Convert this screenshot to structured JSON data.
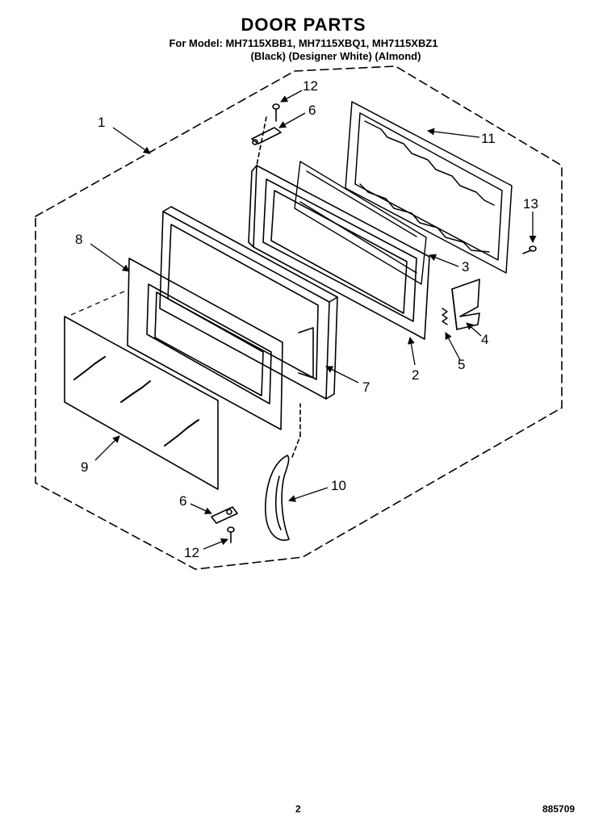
{
  "header": {
    "title": "DOOR PARTS",
    "models": "For Model: MH7115XBB1, MH7115XBQ1, MH7115XBZ1",
    "colors": "(Black) (Designer White) (Almond)"
  },
  "callouts": {
    "c1": "1",
    "c2": "2",
    "c3": "3",
    "c4": "4",
    "c5": "5",
    "c6a": "6",
    "c6b": "6",
    "c7": "7",
    "c8": "8",
    "c9": "9",
    "c10": "10",
    "c11": "11",
    "c12a": "12",
    "c12b": "12",
    "c13": "13"
  },
  "footer": {
    "page_number": "2",
    "document_number": "885709"
  }
}
